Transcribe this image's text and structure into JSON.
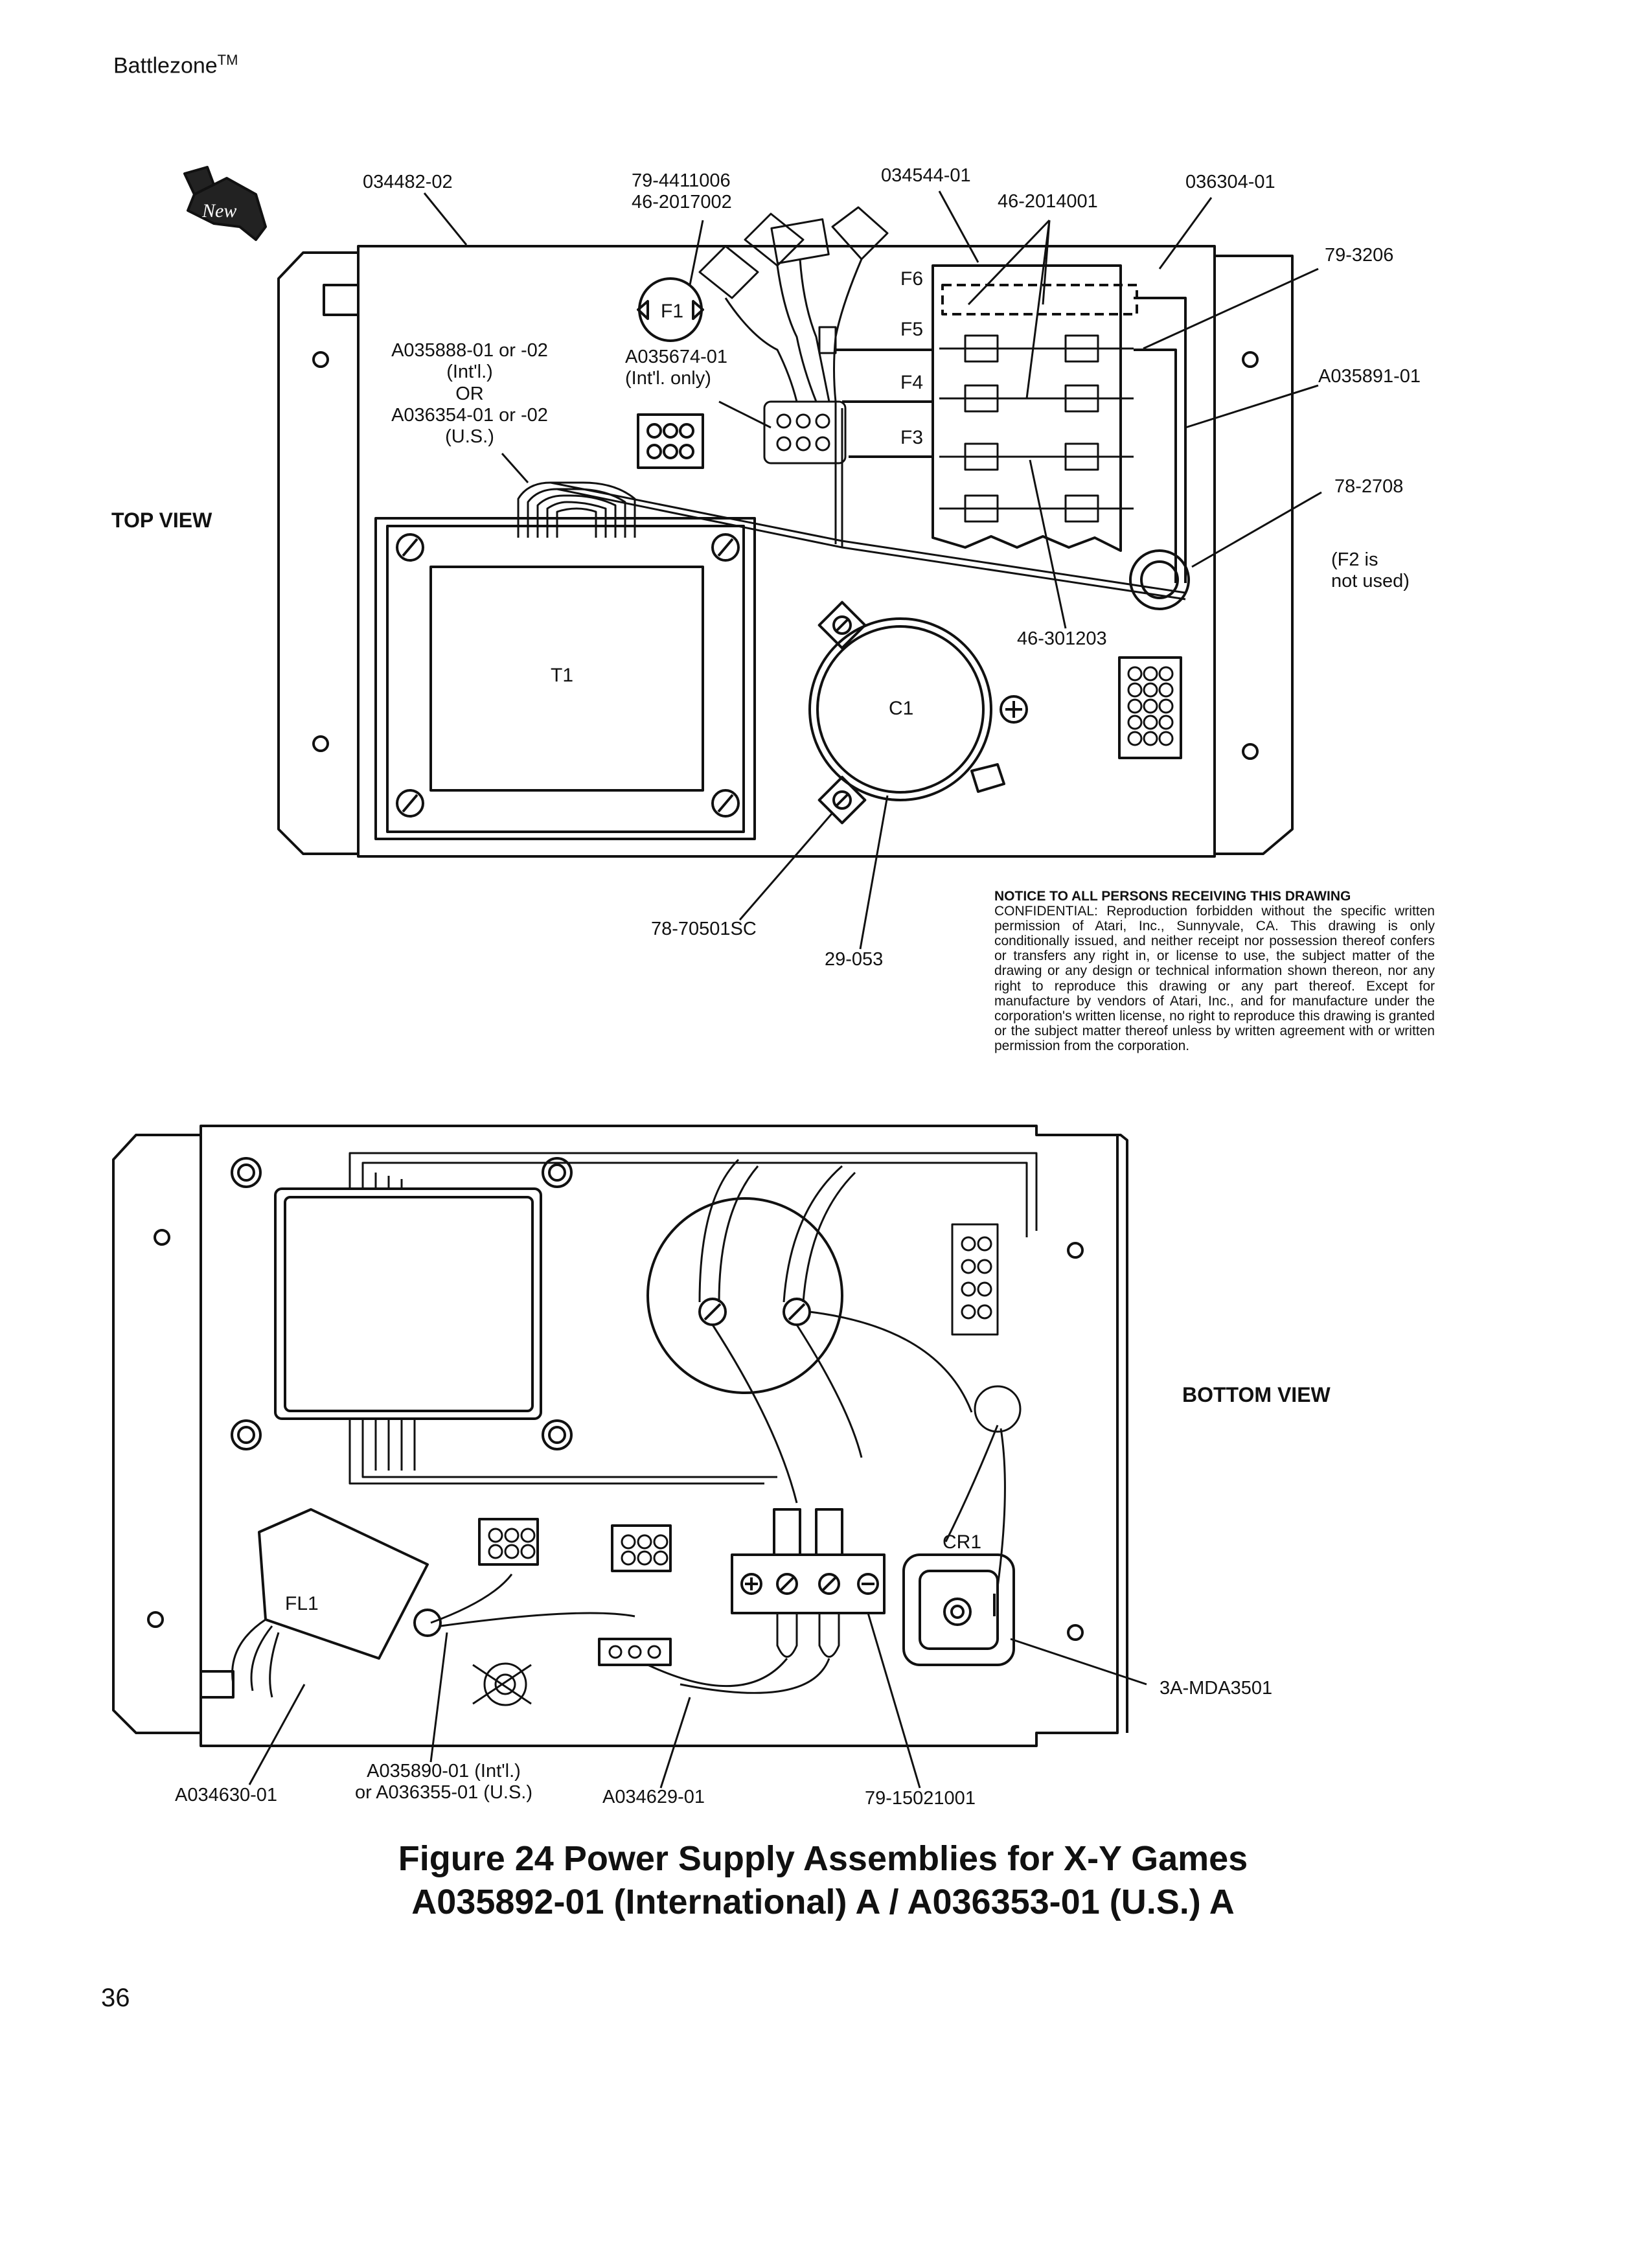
{
  "header": {
    "title": "Battlezone",
    "trademark": "TM"
  },
  "badge": {
    "text": "New",
    "icon": "pointing-hand-icon"
  },
  "top_view": {
    "label": "TOP VIEW",
    "callouts": {
      "c1": "034482-02",
      "c2": "79-4411006\n46-2017002",
      "c3": "034544-01",
      "c4": "46-2014001",
      "c5": "036304-01",
      "c6": "79-3206",
      "c7": "A035891-01",
      "c8": "78-2708",
      "c9": "(F2 is\nnot used)",
      "c10": "A035888-01 or -02\n(Int'l.)\nOR\nA036354-01 or -02\n(U.S.)",
      "c11": "A035674-01\n(Int'l. only)",
      "c12": "46-301203",
      "c13": "78-70501SC",
      "c14": "29-053"
    },
    "component_labels": {
      "f1": "F1",
      "f3": "F3",
      "f4": "F4",
      "f5": "F5",
      "f6": "F6",
      "t1": "T1",
      "c1": "C1"
    }
  },
  "notice": {
    "title": "NOTICE TO ALL PERSONS RECEIVING THIS DRAWING",
    "body": "CONFIDENTIAL: Reproduction forbidden without the specific written permission of Atari, Inc., Sunnyvale, CA. This drawing is only conditionally issued, and neither receipt nor possession thereof confers or transfers any right in, or license to use, the subject matter of the drawing or any design or technical information shown thereon, nor any right to reproduce this drawing or any part thereof. Except for manufacture by vendors of Atari, Inc., and for manufacture under the corporation's written license, no right to reproduce this drawing is granted or the subject matter thereof unless by written agreement with or written permission from the corporation."
  },
  "bottom_view": {
    "label": "BOTTOM VIEW",
    "callouts": {
      "b1": "A034630-01",
      "b2": "A035890-01 (Int'l.)\nor A036355-01 (U.S.)",
      "b3": "A034629-01",
      "b4": "79-15021001",
      "b5": "3A-MDA3501"
    },
    "component_labels": {
      "fl1": "FL1",
      "cr1": "CR1"
    }
  },
  "caption": {
    "line1": "Figure 24   Power Supply Assemblies for X-Y Games",
    "line2": "A035892-01 (International) A   /   A036353-01 (U.S.) A"
  },
  "page_number": "36"
}
